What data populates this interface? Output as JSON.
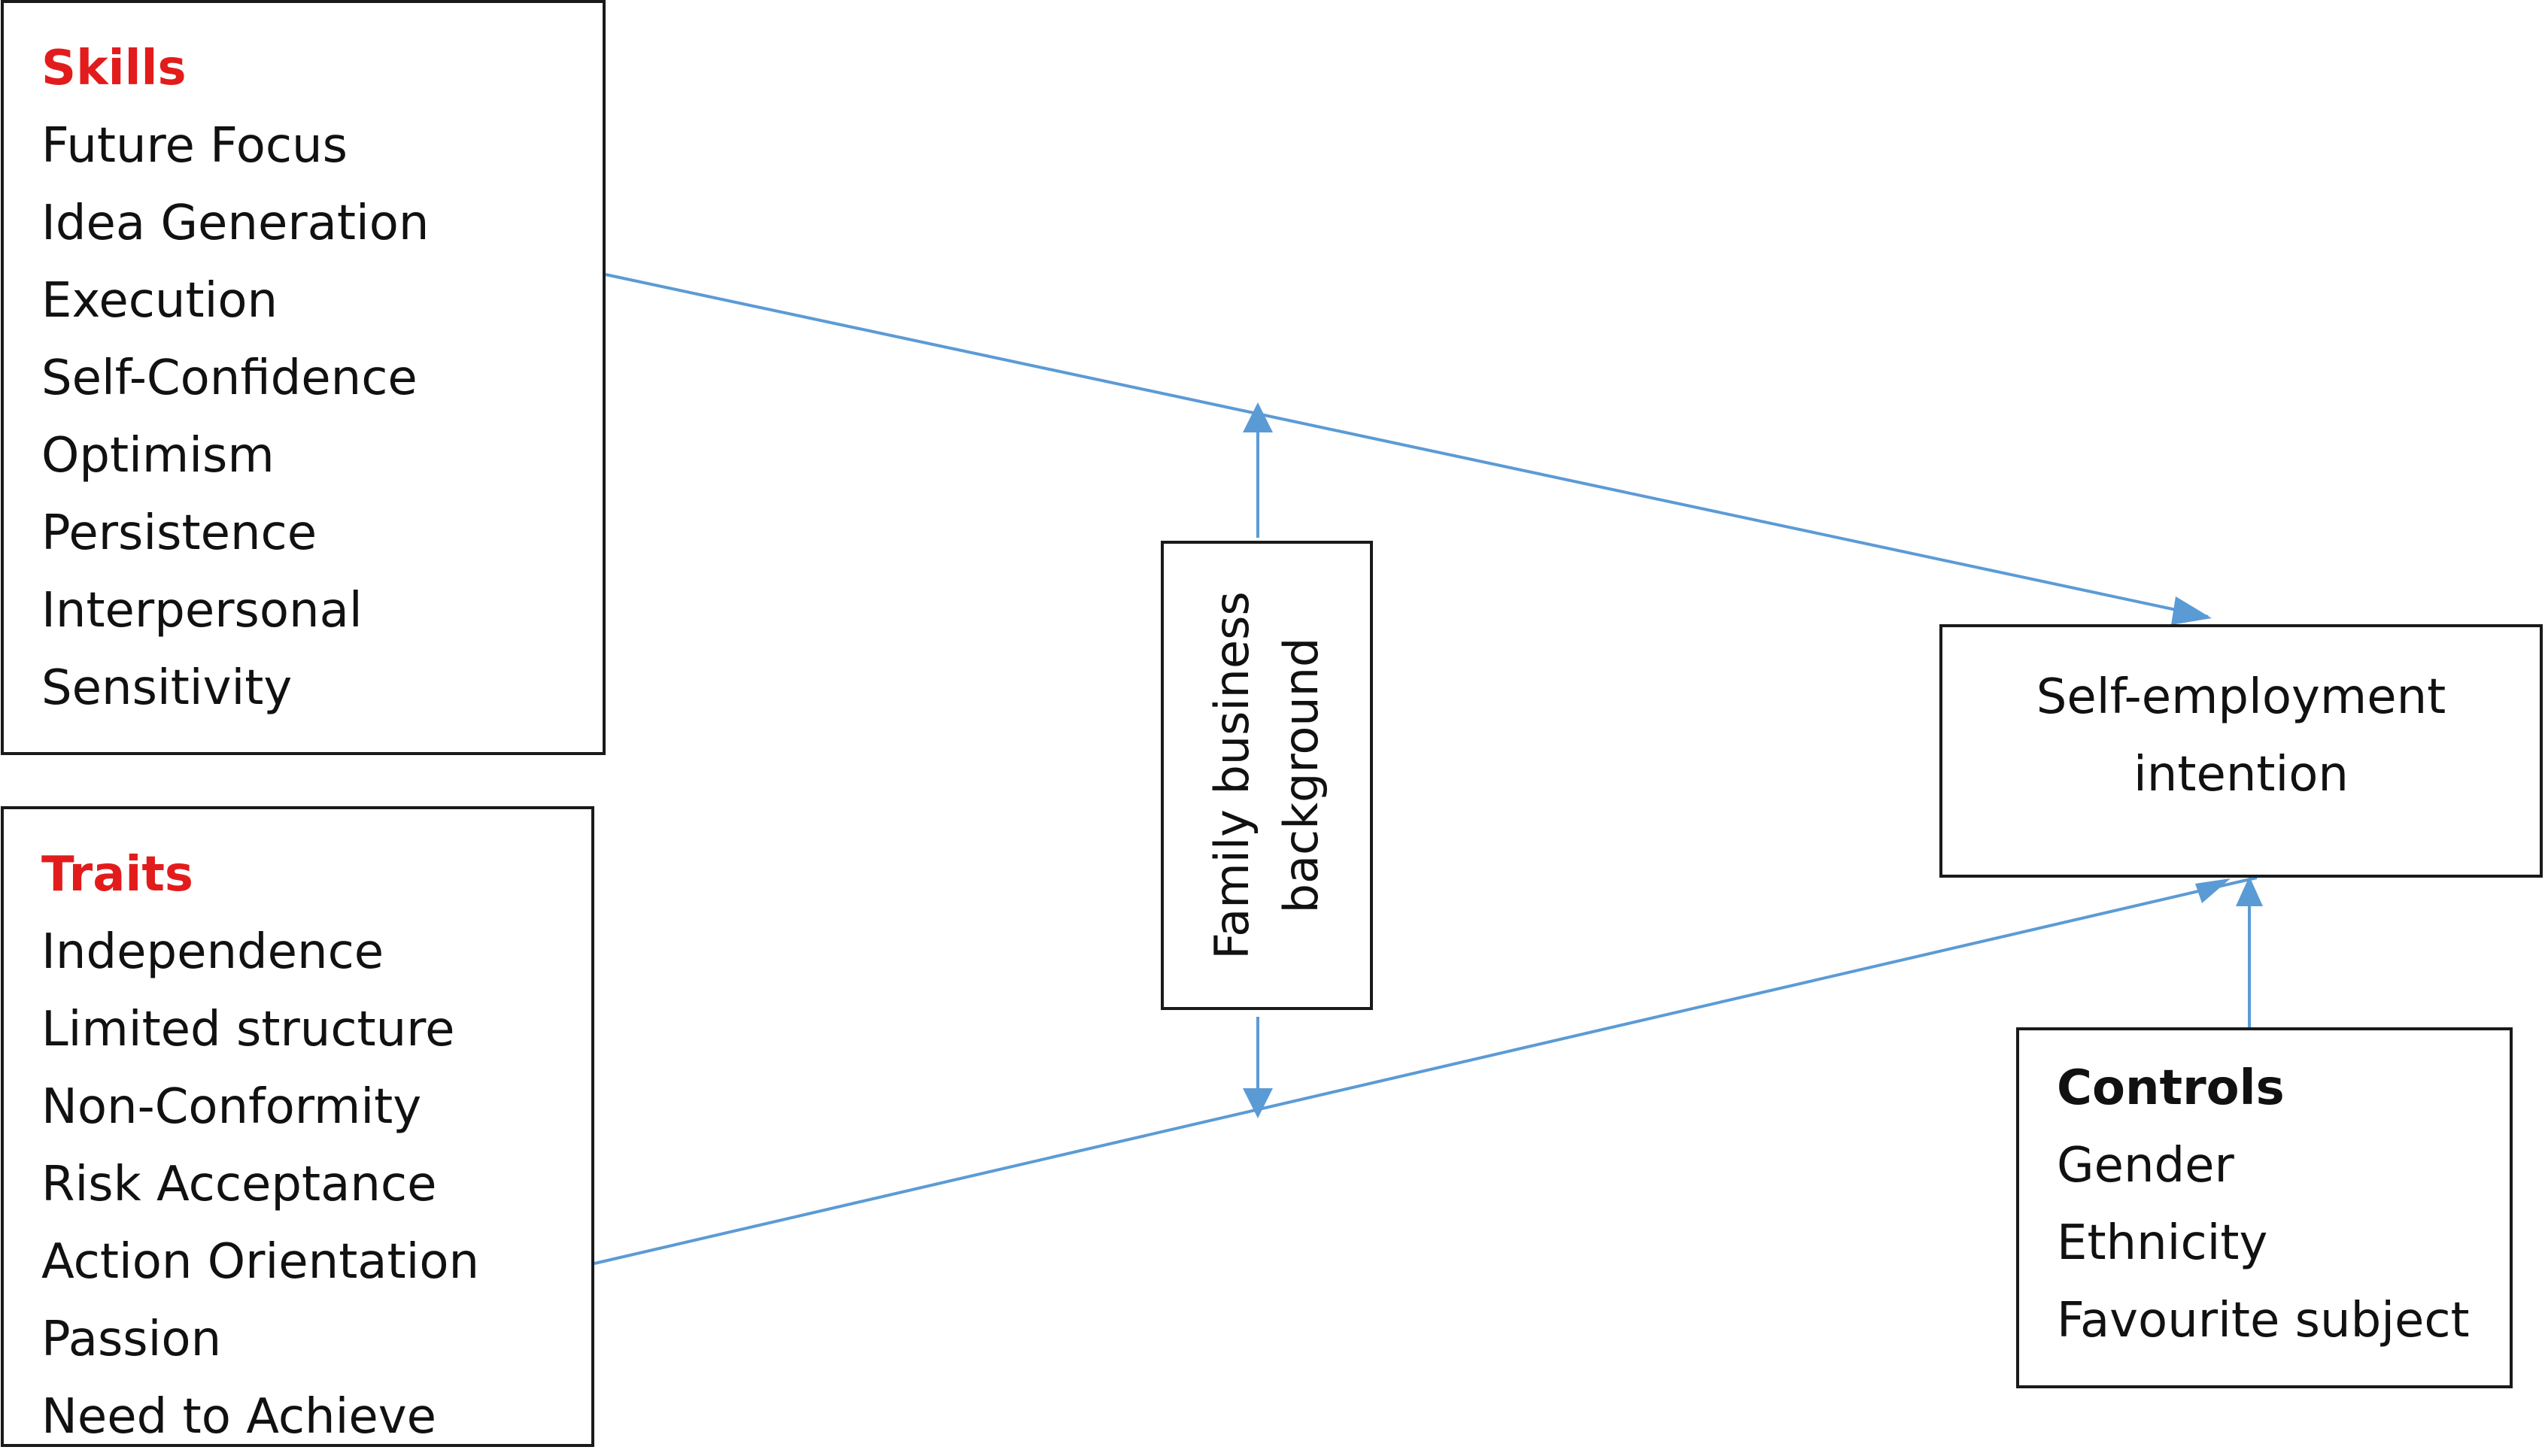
{
  "colors": {
    "heading_red": "#e21c1c",
    "arrow_blue": "#5b9bd5",
    "border": "#1a1a1a"
  },
  "skills": {
    "heading": "Skills",
    "items": [
      "Future Focus",
      "Idea Generation",
      "Execution",
      "Self-Confidence",
      "Optimism",
      "Persistence",
      "Interpersonal",
      "Sensitivity"
    ]
  },
  "traits": {
    "heading": "Traits",
    "items": [
      "Independence",
      "Limited structure",
      "Non-Conformity",
      "Risk Acceptance",
      "Action Orientation",
      "Passion",
      "Need to Achieve"
    ]
  },
  "controls": {
    "heading": "Controls",
    "items": [
      "Gender",
      "Ethnicity",
      "Favourite subject"
    ]
  },
  "moderator": {
    "line1": "Family business",
    "line2": "background"
  },
  "outcome": {
    "line1": "Self-employment",
    "line2": "intention"
  }
}
